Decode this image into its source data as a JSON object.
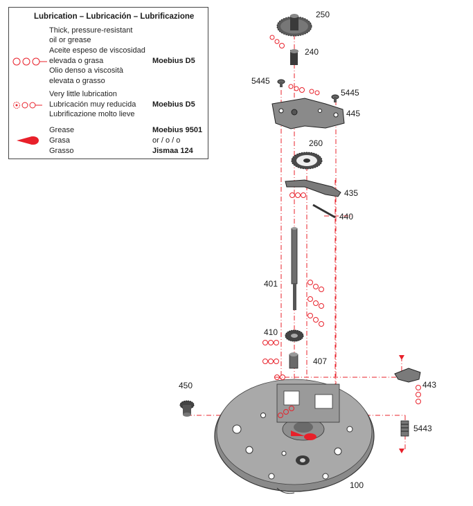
{
  "legend": {
    "title": "Lubrication – Lubricación – Lubrificazione",
    "thick_oil": {
      "lines": [
        "Thick, pressure-resistant",
        "oil or grease",
        "Aceite espeso de viscosidad",
        "elevada o grasa",
        "Olio denso a viscosità",
        "elevata o grasso"
      ],
      "product": "Moebius D5",
      "symbol": "oil-drops-large-icon"
    },
    "little_lubrication": {
      "lines": [
        "Very little lubrication",
        "Lubricación muy reducida",
        "Lubrificazione molto lieve"
      ],
      "product": "Moebius D5",
      "symbol": "oil-drops-small-icon"
    },
    "grease": {
      "lines": [
        "Grease",
        "Grasa",
        "Grasso"
      ],
      "product": "Moebius 9501",
      "or_text": "or / o / o",
      "product2": "Jismaa 124",
      "symbol": "grease-drop-icon"
    }
  },
  "parts": [
    {
      "id": "250"
    },
    {
      "id": "240"
    },
    {
      "id": "5445"
    },
    {
      "id": "5445"
    },
    {
      "id": "445"
    },
    {
      "id": "260"
    },
    {
      "id": "435"
    },
    {
      "id": "440"
    },
    {
      "id": "401"
    },
    {
      "id": "410"
    },
    {
      "id": "407"
    },
    {
      "id": "443"
    },
    {
      "id": "450"
    },
    {
      "id": "5443"
    },
    {
      "id": "100"
    }
  ],
  "colors": {
    "lubrication_red": "#e8202a",
    "part_gray": "#6f6f6f",
    "part_dark": "#3a3a3a",
    "plate_gray": "#8a8a8a"
  }
}
